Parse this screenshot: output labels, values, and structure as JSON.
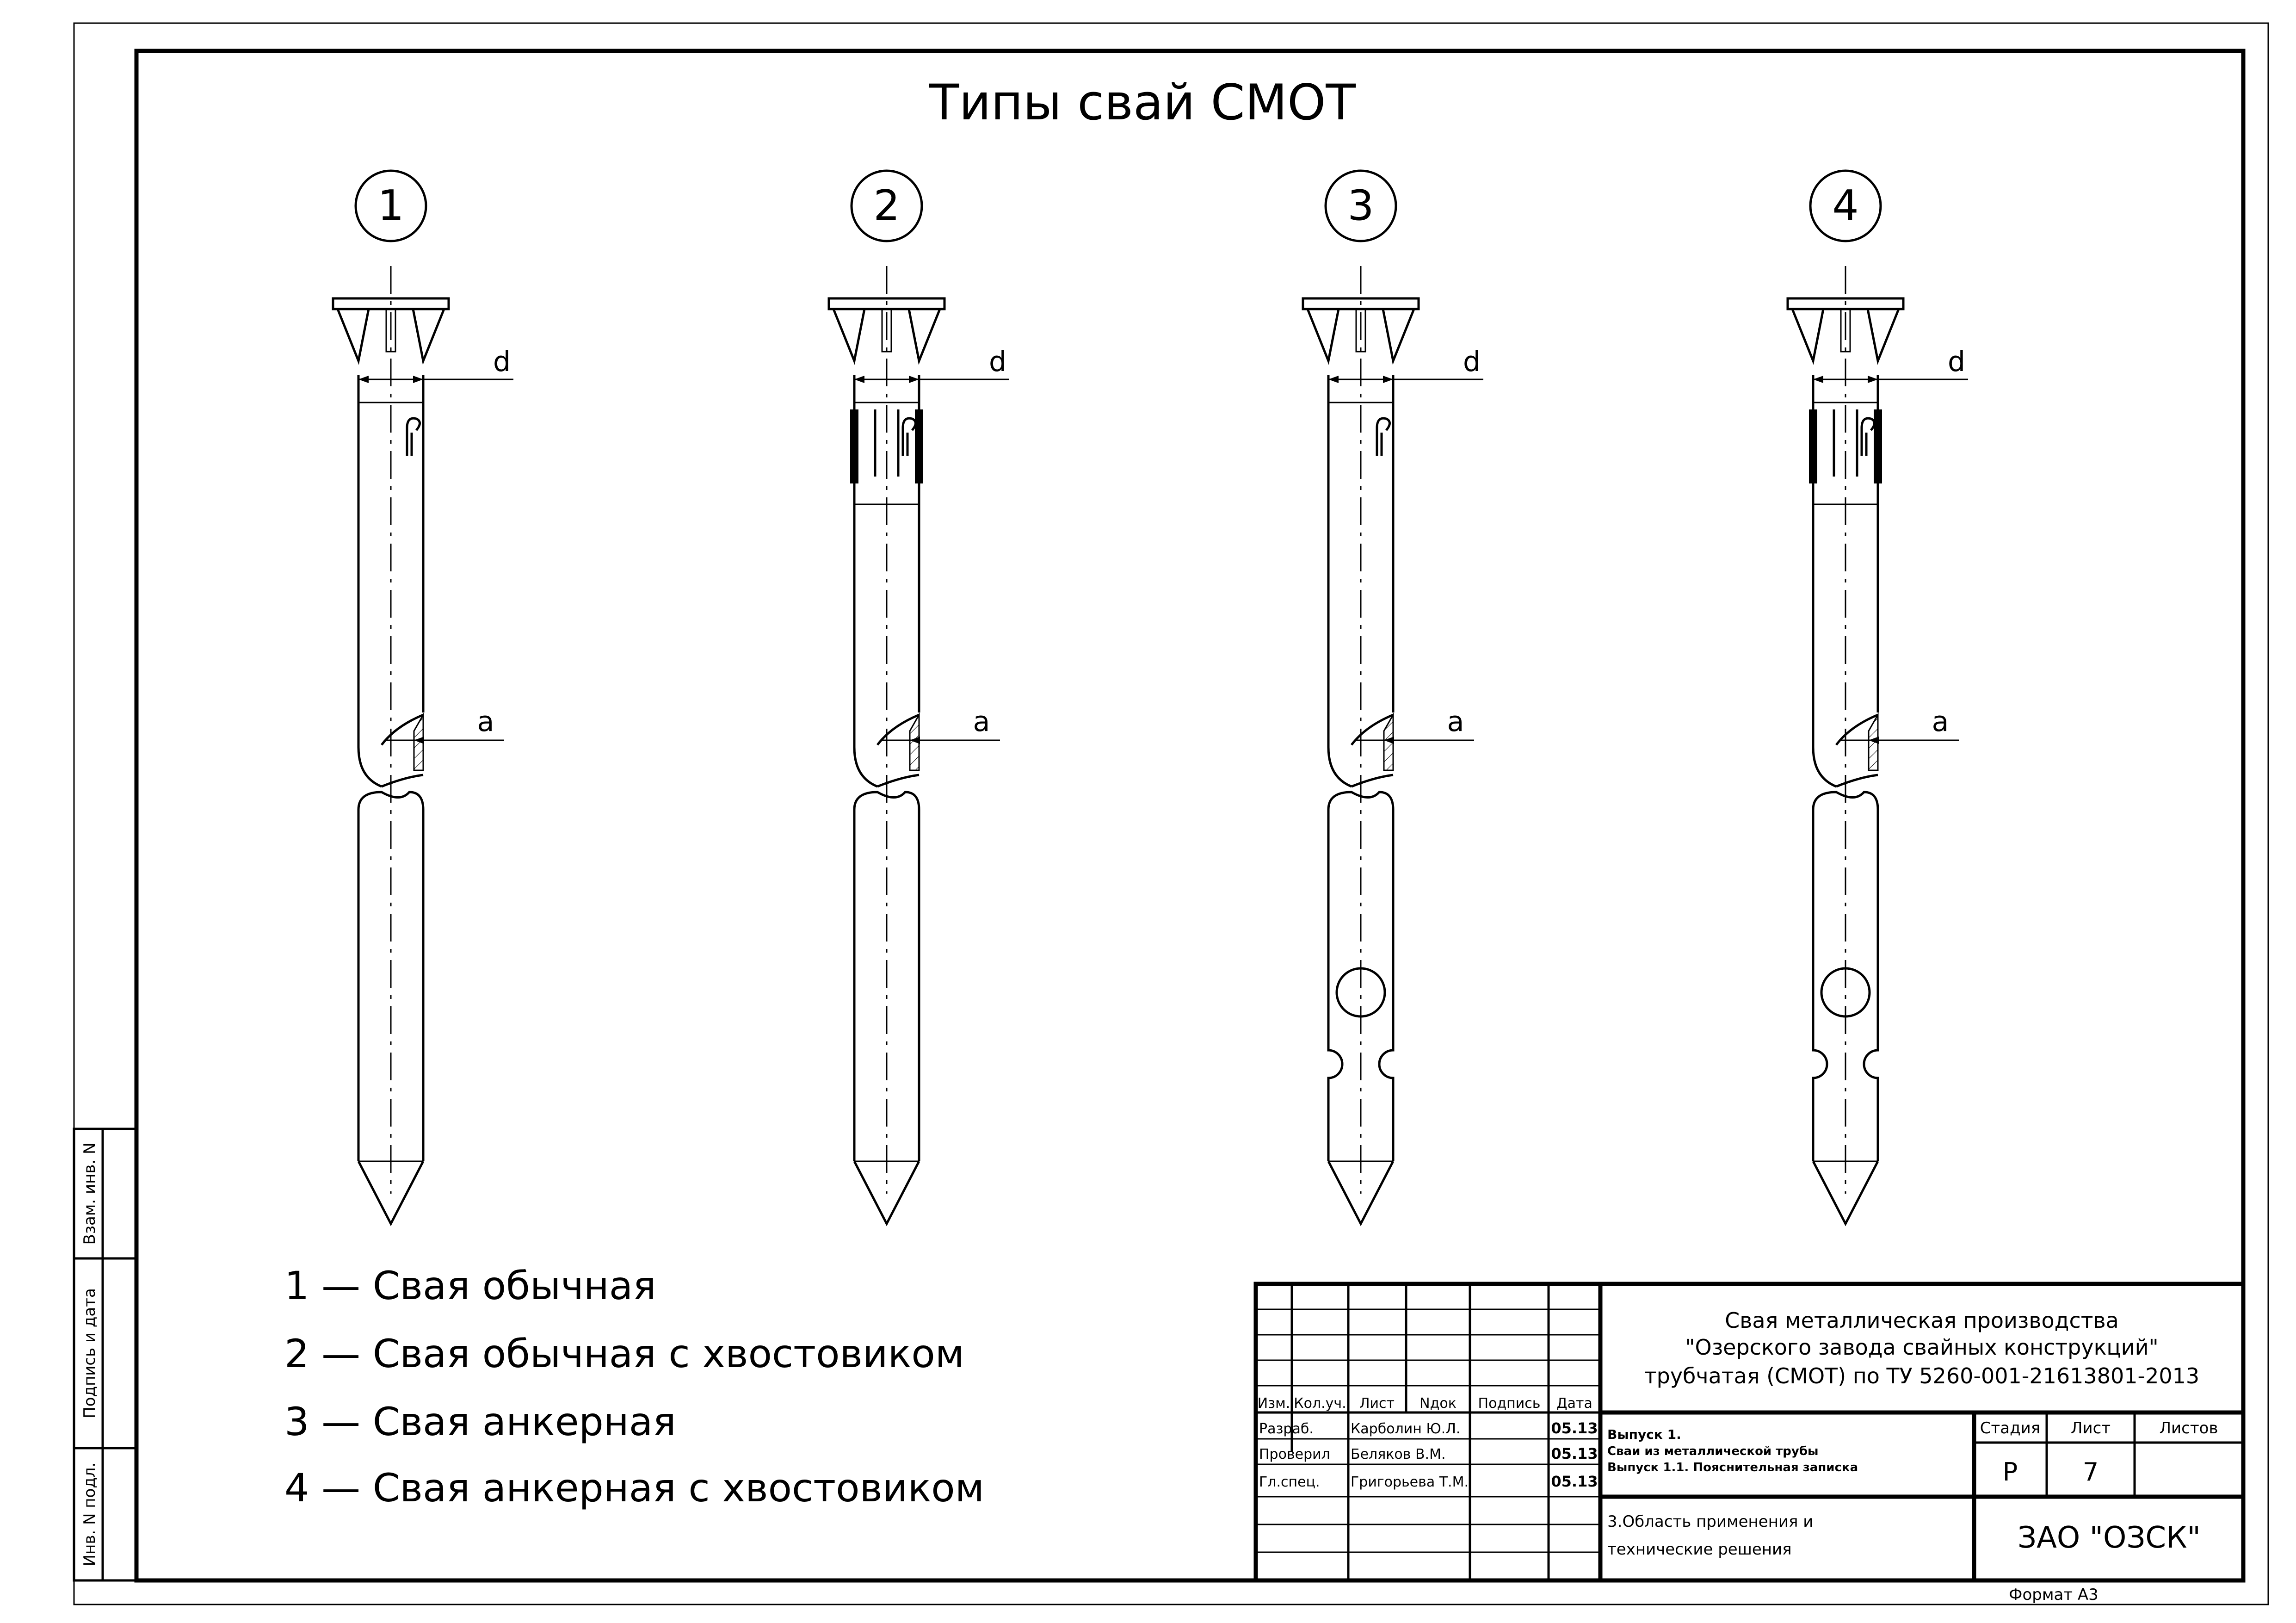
{
  "title": "Типы свай СМОТ",
  "dim_d": "d",
  "dim_a": "a",
  "piles": [
    {
      "number": "1",
      "has_shank": false,
      "has_anchor": false
    },
    {
      "number": "2",
      "has_shank": true,
      "has_anchor": false
    },
    {
      "number": "3",
      "has_shank": false,
      "has_anchor": true
    },
    {
      "number": "4",
      "has_shank": true,
      "has_anchor": true
    }
  ],
  "legend": [
    "1 — Свая обычная",
    "2 — Свая обычная с хвостовиком",
    "3 — Свая анкерная",
    "4 — Свая анкерная с хвостовиком"
  ],
  "side_stamp": [
    "Взам. инв. N",
    "Подпись и дата",
    "Инв. N подл."
  ],
  "title_block": {
    "header": {
      "izm": "Изм.",
      "kol_uch": "Кол.уч.",
      "list": "Лист",
      "ndok": "Nдок",
      "podpis": "Подпись",
      "data": "Дата"
    },
    "roles": [
      {
        "role": "Разраб.",
        "name": "Карболин Ю.Л.",
        "date": "05.13"
      },
      {
        "role": "Проверил",
        "name": "Беляков В.М.",
        "date": "05.13"
      },
      {
        "role": "Гл.спец.",
        "name": "Григорьева Т.М.",
        "date": "05.13"
      }
    ],
    "document_title": [
      "Свая металлическая производства",
      "\"Озерского завода свайных конструкций\"",
      "трубчатая (СМОТ) по ТУ 5260-001-21613801-2013"
    ],
    "issue": [
      "Выпуск 1.",
      "Сваи из металлической трубы",
      "Выпуск 1.1. Пояснительная записка"
    ],
    "section": [
      "3.Область применения и",
      "технические решения"
    ],
    "stage_label": "Стадия",
    "sheet_label": "Лист",
    "sheets_label": "Листов",
    "stage": "Р",
    "sheet": "7",
    "sheets": "",
    "company": "ЗАО \"ОЗСК\""
  },
  "format": "Формат А3"
}
